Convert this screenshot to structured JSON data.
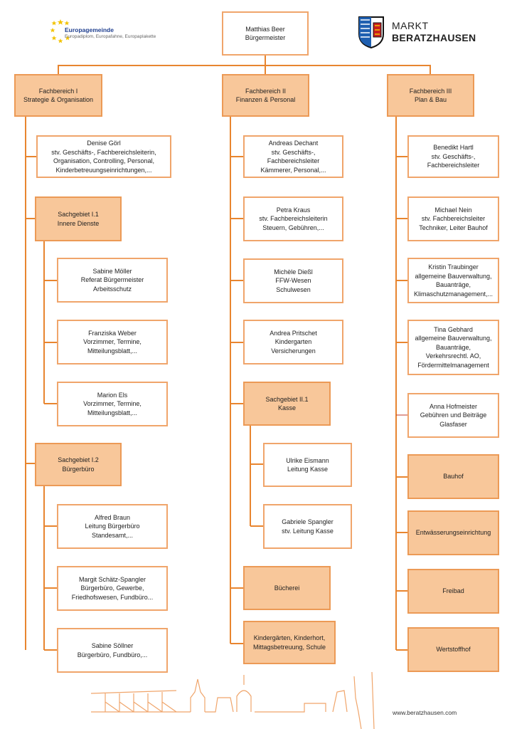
{
  "header": {
    "eu_logo": {
      "title": "Europagemeinde",
      "subtitle": "Europadiplom, Europafahne, Europaplakette"
    },
    "market_logo": {
      "line1": "MARKT",
      "line2": "BERATZHAUSEN"
    }
  },
  "colors": {
    "accent": "#e8852f",
    "fill": "#f8c79a",
    "border": "#f0a56b",
    "crest_blue": "#1f5fb0"
  },
  "top": {
    "name": "Matthias Beer",
    "role": "Bürgermeister"
  },
  "departments": [
    {
      "title": "Fachbereich I",
      "subtitle": "Strategie & Organisation",
      "head": {
        "name": "Denise Görl",
        "lines": [
          "stv. Geschäfts-, Fachbereichsleiterin,",
          "Organisation, Controlling, Personal,",
          "Kinderbetreuungseinrichtungen,..."
        ]
      },
      "sub1": {
        "title": "Sachgebiet I.1",
        "subtitle": "Innere Dienste",
        "members": [
          {
            "name": "Sabine Möller",
            "lines": [
              "Referat Bürgermeister",
              "Arbeitsschutz"
            ]
          },
          {
            "name": "Franziska Weber",
            "lines": [
              "Vorzimmer, Termine,",
              "Mitteilungsblatt,..."
            ]
          },
          {
            "name": "Marion Els",
            "lines": [
              "Vorzimmer, Termine,",
              "Mitteilungsblatt,..."
            ]
          }
        ]
      },
      "sub2": {
        "title": "Sachgebiet I.2",
        "subtitle": "Bürgerbüro",
        "members": [
          {
            "name": "Alfred Braun",
            "lines": [
              "Leitung Bürgerbüro",
              "Standesamt,..."
            ]
          },
          {
            "name": "Margit Schätz-Spangler",
            "lines": [
              "Bürgerbüro, Gewerbe,",
              "Friedhofswesen, Fundbüro..."
            ]
          },
          {
            "name": "Sabine Söllner",
            "lines": [
              "Bürgerbüro,  Fundbüro,..."
            ]
          }
        ]
      }
    },
    {
      "title": "Fachbereich II",
      "subtitle": "Finanzen & Personal",
      "members": [
        {
          "name": "Andreas Dechant",
          "lines": [
            "stv. Geschäfts-, Fachbereichsleiter",
            "Kämmerer, Personal,..."
          ]
        },
        {
          "name": "Petra Kraus",
          "lines": [
            "stv. Fachbereichsleiterin",
            "Steuern, Gebühren,..."
          ]
        },
        {
          "name": "Michèle Dießl",
          "lines": [
            "FFW-Wesen",
            "Schulwesen"
          ]
        },
        {
          "name": "Andrea Pritschet",
          "lines": [
            "Kindergarten",
            "Versicherungen"
          ]
        }
      ],
      "sub1": {
        "title": "Sachgebiet II.1",
        "subtitle": "Kasse",
        "members": [
          {
            "name": "Ulrike Eismann",
            "lines": [
              "Leitung Kasse"
            ]
          },
          {
            "name": "Gabriele Spangler",
            "lines": [
              "stv. Leitung Kasse"
            ]
          }
        ]
      },
      "units": [
        "Bücherei",
        "Kindergärten, Kinderhort, Mittagsbetreuung, Schule"
      ]
    },
    {
      "title": "Fachbereich III",
      "subtitle": "Plan & Bau",
      "members": [
        {
          "name": "Benedikt Hartl",
          "lines": [
            "stv. Geschäfts-,",
            "Fachbereichsleiter"
          ]
        },
        {
          "name": "Michael Nein",
          "lines": [
            "stv. Fachbereichsleiter",
            "Techniker, Leiter Bauhof"
          ]
        },
        {
          "name": "Kristin Traubinger",
          "lines": [
            "allgemeine Bauverwaltung,",
            "Bauanträge,",
            "Klimaschutzmanagement,..."
          ]
        },
        {
          "name": "Tina Gebhard",
          "lines": [
            "allgemeine Bauverwaltung,",
            "Bauanträge,",
            "Verkehrsrechtl. AO,",
            "Fördermittelmanagement"
          ]
        },
        {
          "name": "Anna Hofmeister",
          "lines": [
            "Gebühren und Beiträge",
            "Glasfaser"
          ]
        }
      ],
      "units": [
        "Bauhof",
        "Entwässerungseinrichtung",
        "Freibad",
        "Wertstoffhof"
      ]
    }
  ],
  "footer": {
    "website": "www.beratzhausen.com"
  }
}
